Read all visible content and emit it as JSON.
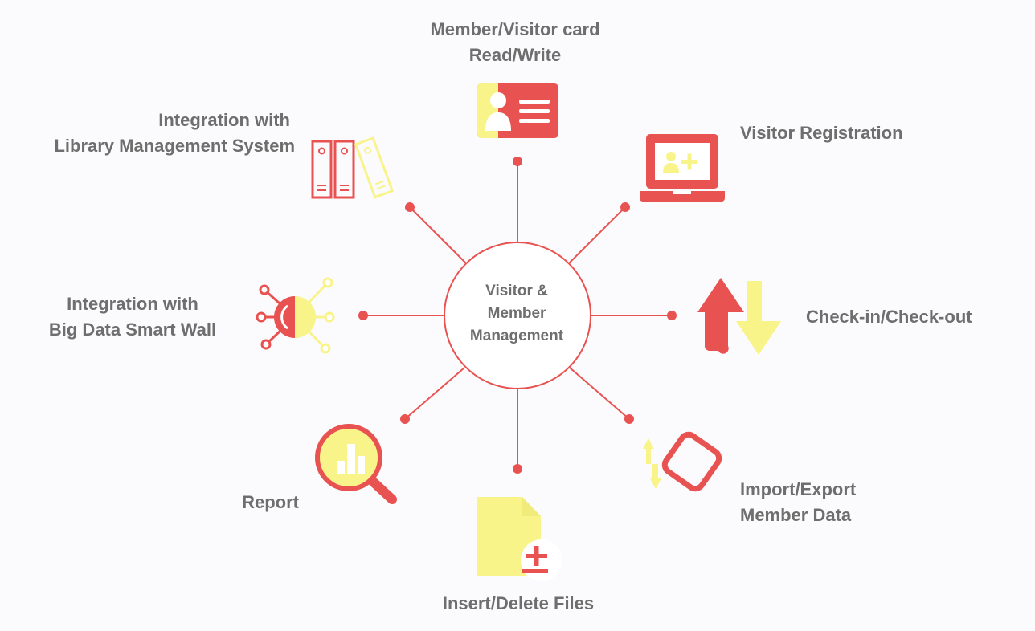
{
  "diagram": {
    "center": {
      "lines": [
        "Visitor &",
        "Member",
        "Management"
      ]
    },
    "nodes": [
      {
        "id": "card",
        "lines": [
          "Member/Visitor card",
          "Read/Write"
        ],
        "icon": "id-card-icon"
      },
      {
        "id": "registration",
        "lines": [
          "Visitor Registration"
        ],
        "icon": "laptop-add-user-icon"
      },
      {
        "id": "checkin",
        "lines": [
          "Check-in/Check-out"
        ],
        "icon": "up-down-arrows-icon"
      },
      {
        "id": "import",
        "lines": [
          "Import/Export",
          "Member Data"
        ],
        "icon": "tag-transfer-icon"
      },
      {
        "id": "files",
        "lines": [
          "Insert/Delete Files"
        ],
        "icon": "file-plus-minus-icon"
      },
      {
        "id": "report",
        "lines": [
          "Report"
        ],
        "icon": "magnifier-chart-icon"
      },
      {
        "id": "bigdata",
        "lines": [
          "Integration with",
          "Big Data Smart Wall"
        ],
        "icon": "network-hub-icon"
      },
      {
        "id": "library",
        "lines": [
          "Integration with",
          "Library Management System"
        ],
        "icon": "binders-icon"
      }
    ]
  },
  "colors": {
    "red": "#e85352",
    "yellow": "#f9f48a",
    "text": "#6e6e6e",
    "background": "#fbfafc"
  }
}
